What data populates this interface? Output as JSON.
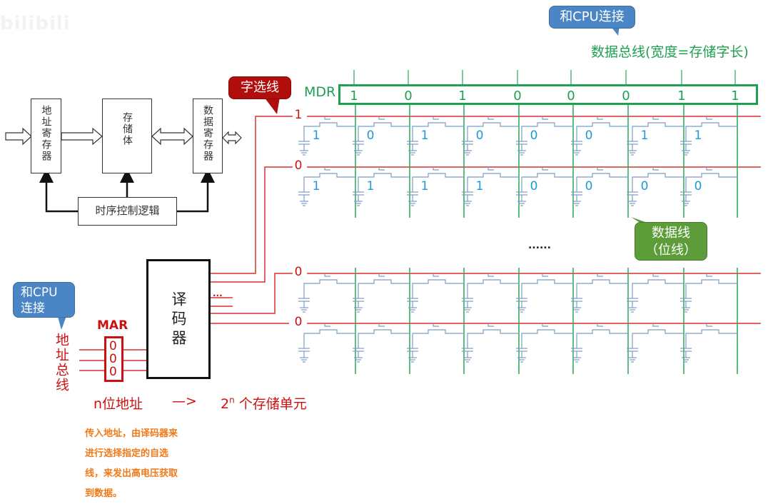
{
  "watermark": "bilibili",
  "block_diagram": {
    "address_register": "地址寄存器",
    "memory_body": "存储体",
    "data_register": "数据寄存器",
    "timing_control": "时序控制逻辑"
  },
  "callouts": {
    "cpu_connect_top": "和CPU连接",
    "word_select_line": "字选线",
    "data_line": "数据线\n（位线）",
    "data_line_1": "数据线",
    "data_line_2": "（位线）",
    "cpu_connect_left_1": "和CPU",
    "cpu_connect_left_2": "连接"
  },
  "data_bus_label": "数据总线(宽度=存储字长)",
  "mdr": {
    "label": "MDR",
    "bits": [
      "1",
      "0",
      "1",
      "0",
      "0",
      "0",
      "1",
      "1"
    ]
  },
  "memory_array": {
    "rows": [
      {
        "select": "1",
        "cells": [
          "1",
          "0",
          "1",
          "0",
          "0",
          "0",
          "1",
          "1"
        ]
      },
      {
        "select": "0",
        "cells": [
          "1",
          "1",
          "1",
          "1",
          "0",
          "0",
          "0",
          "0"
        ]
      },
      {
        "select": "0",
        "cells": [
          "",
          "",
          "",
          "",
          "",
          "",
          "",
          ""
        ]
      },
      {
        "select": "0",
        "cells": [
          "",
          "",
          "",
          "",
          "",
          "",
          "",
          ""
        ]
      }
    ],
    "ellipsis": "......"
  },
  "decoder": {
    "label": "译码器",
    "ellipsis": "..."
  },
  "mar": {
    "label": "MAR",
    "bits": [
      "0",
      "0",
      "0"
    ]
  },
  "address_bus": "地址总线",
  "mapping": {
    "left": "n位地址",
    "arrow": "—>",
    "base": "2",
    "exponent": "n",
    "right": " 个存储单元"
  },
  "note_lines": [
    "传入地址，由译码器来",
    "进行选择指定的自选",
    "线，来发出高电压获取",
    "到数据。"
  ],
  "colors": {
    "word_line": "#d93030",
    "bit_line": "#2aa55a",
    "cell": "#7b9cc4",
    "cell_value": "#1a9ad6"
  }
}
